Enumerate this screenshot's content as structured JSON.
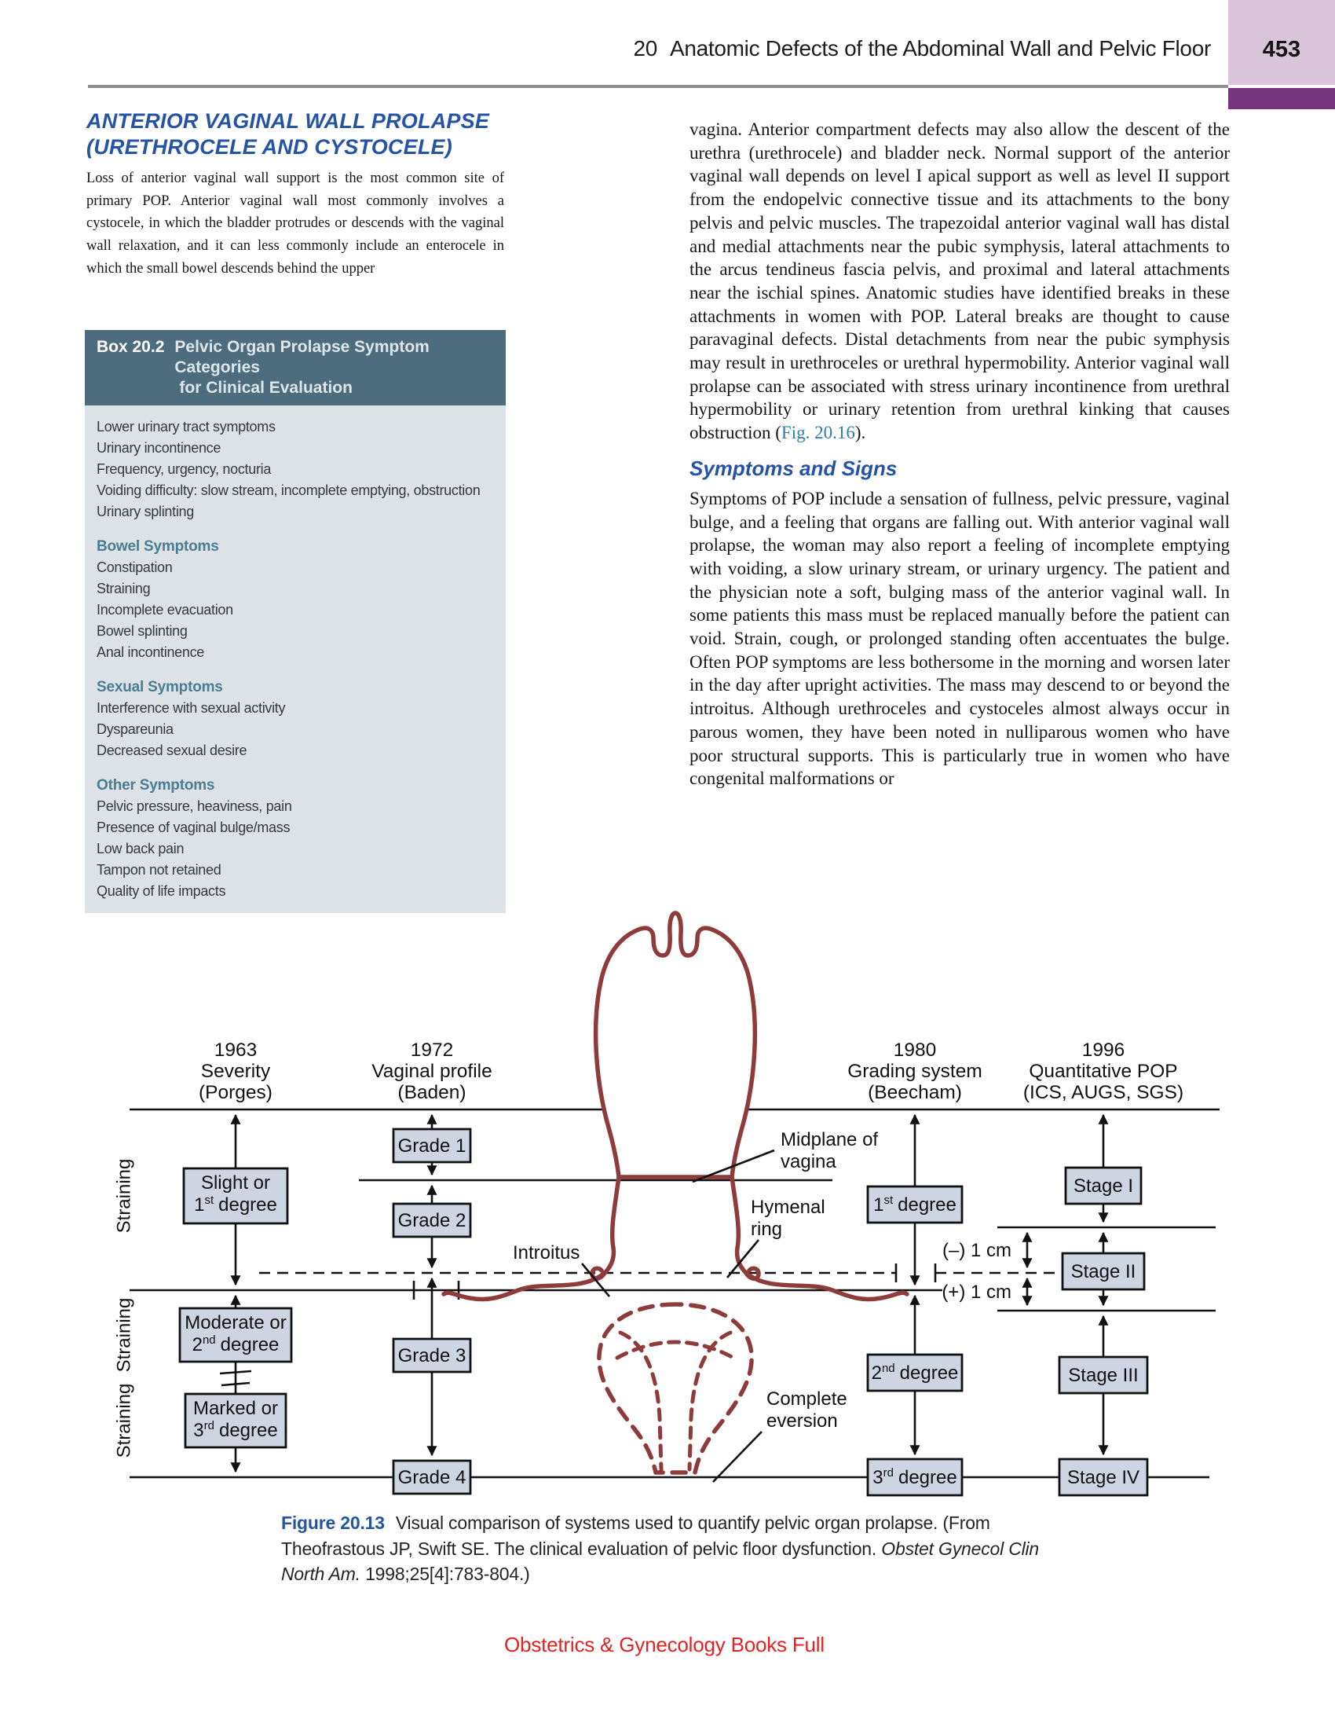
{
  "header": {
    "chapter_no": "20",
    "chapter_title": "Anatomic Defects of the Abdominal Wall and Pelvic Floor",
    "page_number": "453"
  },
  "left_column": {
    "heading_line1": "ANTERIOR VAGINAL WALL PROLAPSE",
    "heading_line2": "(URETHROCELE AND CYSTOCELE)",
    "paragraph": "Loss of anterior vaginal wall support is the most common site of primary POP. Anterior vaginal wall most commonly involves a cystocele, in which the bladder protrudes or descends with the vaginal wall relaxation, and it can less commonly include an enterocele in which the small bowel descends behind the upper",
    "box": {
      "label": "Box 20.2",
      "title_line1": "Pelvic Organ Prolapse Symptom Categories",
      "title_line2": "for Clinical Evaluation",
      "sections": [
        {
          "heading": "",
          "items": [
            "Lower urinary tract symptoms",
            "Urinary incontinence",
            "Frequency, urgency, nocturia",
            "Voiding difficulty: slow stream, incomplete emptying, obstruction",
            "Urinary splinting"
          ]
        },
        {
          "heading": "Bowel Symptoms",
          "items": [
            "Constipation",
            "Straining",
            "Incomplete evacuation",
            "Bowel splinting",
            "Anal incontinence"
          ]
        },
        {
          "heading": "Sexual Symptoms",
          "items": [
            "Interference with sexual activity",
            "Dyspareunia",
            "Decreased sexual desire"
          ]
        },
        {
          "heading": "Other Symptoms",
          "items": [
            "Pelvic pressure, heaviness, pain",
            "Presence of vaginal bulge/mass",
            "Low back pain",
            "Tampon not retained",
            "Quality of life impacts"
          ]
        }
      ]
    }
  },
  "right_column": {
    "para1_text": "vagina. Anterior compartment defects may also allow the descent of the urethra (urethrocele) and bladder neck. Normal support of the anterior vaginal wall depends on level I apical support as well as level II support from the endopelvic connective tissue and its attachments to the bony pelvis and pelvic muscles. The trapezoidal anterior vaginal wall has distal and medial attachments near the pubic symphysis, lateral attachments to the arcus tendineus fascia pelvis, and proximal and lateral attachments near the ischial spines. Anatomic studies have identified breaks in these attachments in women with POP. Lateral breaks are thought to cause paravaginal defects. Distal detachments from near the pubic symphysis may result in urethroceles or urethral hypermobility. Anterior vaginal wall prolapse can be associated with stress urinary incontinence from urethral hypermobility or urinary retention from urethral kinking that causes obstruction (",
    "para1_link": "Fig. 20.16",
    "para1_end": ").",
    "subheading": "Symptoms and Signs",
    "para2": "Symptoms of POP include a sensation of fullness, pelvic pressure, vaginal bulge, and a feeling that organs are falling out. With anterior vaginal wall prolapse, the woman may also report a feeling of incomplete emptying with voiding, a slow urinary stream, or urinary urgency. The patient and the physician note a soft, bulging mass of the anterior vaginal wall. In some patients this mass must be replaced manually before the patient can void. Strain, cough, or prolonged standing often accentuates the bulge. Often POP symptoms are less bothersome in the morning and worsen later in the day after upright activities. The mass may descend to or beyond the introitus. Although urethroceles and cystoceles almost always occur in parous women, they have been noted in nulliparous women who have poor structural supports. This is particularly true in women who have congenital malformations or"
  },
  "figure": {
    "columns": [
      {
        "year": "1963",
        "name": "Severity",
        "paren": "(Porges)"
      },
      {
        "year": "1972",
        "name": "Vaginal profile",
        "paren": "(Baden)"
      },
      {
        "year": "1980",
        "name": "Grading system",
        "paren": "(Beecham)"
      },
      {
        "year": "1996",
        "name": "Quantitative POP",
        "paren": "(ICS, AUGS, SGS)"
      }
    ],
    "straining": "Straining",
    "porges": [
      {
        "line1": "Slight or",
        "num": "1",
        "sup": "st",
        "rest": "degree"
      },
      {
        "line1": "Moderate or",
        "num": "2",
        "sup": "nd",
        "rest": "degree"
      },
      {
        "line1": "Marked or",
        "num": "3",
        "sup": "rd",
        "rest": "degree"
      }
    ],
    "baden": [
      "Grade 1",
      "Grade 2",
      "Grade 3",
      "Grade 4"
    ],
    "beecham": [
      {
        "num": "1",
        "sup": "st",
        "rest": "degree"
      },
      {
        "num": "2",
        "sup": "nd",
        "rest": "degree"
      },
      {
        "num": "3",
        "sup": "rd",
        "rest": "degree"
      }
    ],
    "popq": [
      "Stage I",
      "Stage II",
      "Stage III",
      "Stage IV"
    ],
    "anatomy_labels": {
      "midplane1": "Midplane of",
      "midplane2": "vagina",
      "hymenal1": "Hymenal",
      "hymenal2": "ring",
      "introitus": "Introitus",
      "eversion1": "Complete",
      "eversion2": "eversion",
      "minus": "(–) 1 cm",
      "plus": "(+) 1 cm"
    }
  },
  "caption": {
    "label": "Figure 20.13",
    "text": "Visual comparison of systems used to quantify pelvic organ prolapse. (From Theofrastous JP, Swift SE. The clinical evaluation of pelvic floor dysfunction. ",
    "journal": "Obstet Gynecol Clin North Am.",
    "tail": " 1998;25[4]:783-804.)"
  },
  "footer": "Obstetrics & Gynecology Books Full",
  "colors": {
    "heading_blue": "#2553a5",
    "box_bar": "#4d6d7e",
    "box_body": "#dce2e6",
    "box_subhead": "#4a7d93",
    "link_teal": "#2e7fa6",
    "anatomy_maroon": "#8e3b3c",
    "figure_box_fill": "#cdd5e3",
    "purple_light": "#d8c5d9",
    "purple_dark": "#76357c",
    "footer_red": "#e32222"
  }
}
